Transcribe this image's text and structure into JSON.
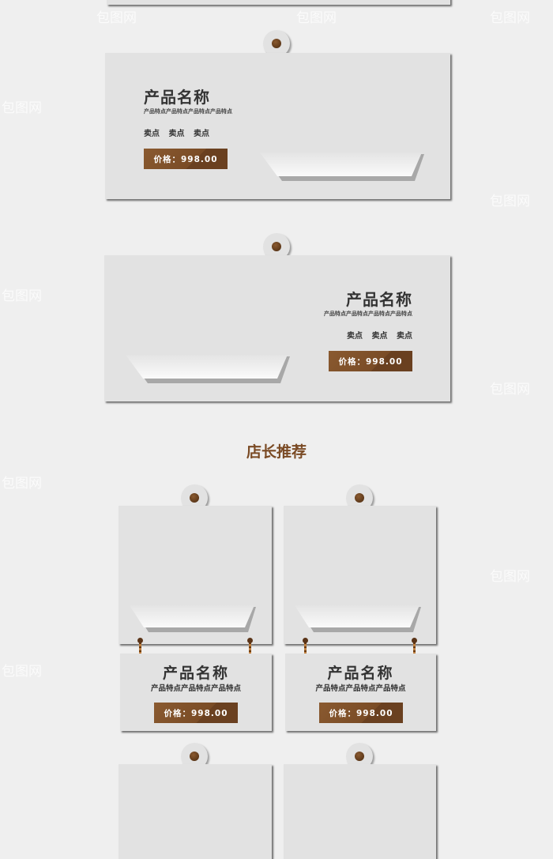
{
  "watermark": "包图网",
  "hero_cards": [
    {
      "title": "产品名称",
      "subtitle": "产品特点产品特点产品特点产品特点",
      "selling_points": "卖点 卖点 卖点",
      "price": "价格：998.00"
    },
    {
      "title": "产品名称",
      "subtitle": "产品特点产品特点产品特点产品特点",
      "selling_points": "卖点 卖点 卖点",
      "price": "价格：998.00"
    }
  ],
  "section_title": "店长推荐",
  "grid_cards": [
    {
      "title": "产品名称",
      "subtitle": "产品特点产品特点产品特点",
      "price": "价格：998.00"
    },
    {
      "title": "产品名称",
      "subtitle": "产品特点产品特点产品特点",
      "price": "价格：998.00"
    }
  ],
  "colors": {
    "accent": "#7a4c26",
    "card": "#e2e2e2",
    "background": "#efefef"
  }
}
